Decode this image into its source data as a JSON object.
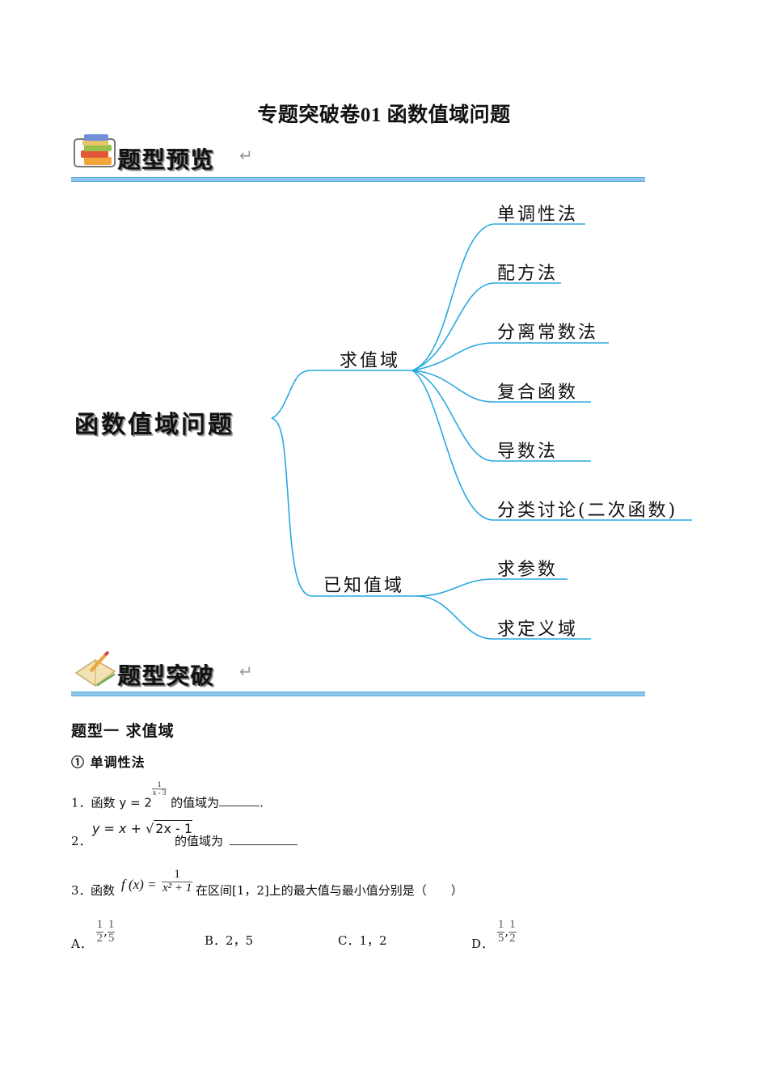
{
  "document": {
    "title": "专题突破卷01  函数值域问题"
  },
  "sections": {
    "overview": {
      "label": "题型预览",
      "return_mark": "↵",
      "icon": "books-icon"
    },
    "breakthrough": {
      "label": "题型突破",
      "return_mark": "↵",
      "icon": "notebook-pencil-icon"
    }
  },
  "mindmap": {
    "root": "函数值域问题",
    "line_color": "#29a9e0",
    "branches": [
      {
        "label": "求值域",
        "children": [
          "单调性法",
          "配方法",
          "分离常数法",
          "复合函数",
          "导数法",
          "分类讨论(二次函数)"
        ]
      },
      {
        "label": "已知值域",
        "children": [
          "求参数",
          "求定义域"
        ]
      }
    ]
  },
  "content": {
    "heading": "题型一  求值域",
    "subheading": "① 单调性法",
    "questions": [
      {
        "number": "1．",
        "prefix": "函数",
        "formula": "y = 2",
        "exponent_num": "1",
        "exponent_den": "x - 3",
        "suffix": "的值域为",
        "end": "."
      },
      {
        "number": "2．",
        "formula_lhs": "y = x + ",
        "formula_sqrt": "2x - 1",
        "suffix": "的值域为"
      },
      {
        "number": "3．",
        "prefix": "函数",
        "formula_lhs": "f (x) =",
        "frac_num": "1",
        "frac_den": "x² + 1",
        "suffix": "在区间[1，2]上的最大值与最小值分别是（　　）"
      }
    ],
    "options": [
      {
        "letter": "A．",
        "a_num": "1",
        "a_den": "2",
        "b_num": "1",
        "b_den": "5"
      },
      {
        "letter": "B．",
        "text": "2，5"
      },
      {
        "letter": "C．",
        "text": "1，2"
      },
      {
        "letter": "D．",
        "a_num": "1",
        "a_den": "5",
        "b_num": "1",
        "b_den": "2"
      }
    ]
  }
}
